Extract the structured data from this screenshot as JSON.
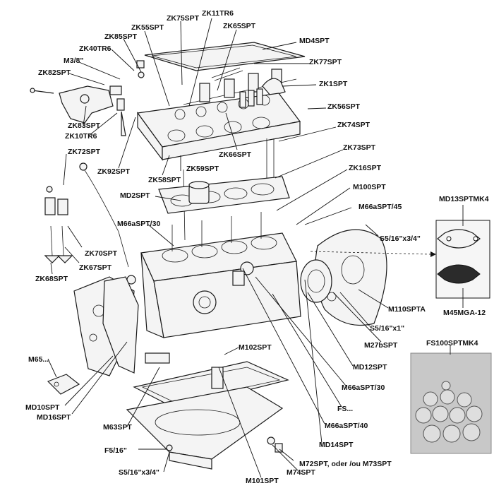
{
  "labels": [
    {
      "id": "zk75spt",
      "text": "ZK75SPT"
    },
    {
      "id": "zk11tr6",
      "text": "ZK11TR6"
    },
    {
      "id": "zk55spt",
      "text": "ZK55SPT"
    },
    {
      "id": "zk65spt",
      "text": "ZK65SPT"
    },
    {
      "id": "zk85spt",
      "text": "ZK85SPT"
    },
    {
      "id": "md4spt",
      "text": "MD4SPT"
    },
    {
      "id": "zk40tr6",
      "text": "ZK40TR6"
    },
    {
      "id": "m3-8",
      "text": "M3/8\""
    },
    {
      "id": "zk77spt",
      "text": "ZK77SPT"
    },
    {
      "id": "zk82spt",
      "text": "ZK82SPT"
    },
    {
      "id": "zk1spt",
      "text": "ZK1SPT"
    },
    {
      "id": "zk56spt",
      "text": "ZK56SPT"
    },
    {
      "id": "zk83spt",
      "text": "ZK83SPT"
    },
    {
      "id": "zk10tr6",
      "text": "ZK10TR6"
    },
    {
      "id": "zk74spt",
      "text": "ZK74SPT"
    },
    {
      "id": "zk66spt",
      "text": "ZK66SPT"
    },
    {
      "id": "zk73spt",
      "text": "ZK73SPT"
    },
    {
      "id": "zk72spt",
      "text": "ZK72SPT"
    },
    {
      "id": "zk92spt",
      "text": "ZK92SPT"
    },
    {
      "id": "zk59spt",
      "text": "ZK59SPT"
    },
    {
      "id": "zk58spt",
      "text": "ZK58SPT"
    },
    {
      "id": "zk16spt",
      "text": "ZK16SPT"
    },
    {
      "id": "m100spt",
      "text": "M100SPT"
    },
    {
      "id": "md2spt",
      "text": "MD2SPT"
    },
    {
      "id": "md13sptmk4",
      "text": "MD13SPTMK4"
    },
    {
      "id": "m66aspt45",
      "text": "M66aSPT/45"
    },
    {
      "id": "m66aspt30a",
      "text": "M66aSPT/30"
    },
    {
      "id": "s516x34a",
      "text": "S5/16\"x3/4\""
    },
    {
      "id": "zk70spt",
      "text": "ZK70SPT"
    },
    {
      "id": "zk67spt",
      "text": "ZK67SPT"
    },
    {
      "id": "zk68spt",
      "text": "ZK68SPT"
    },
    {
      "id": "m110spta",
      "text": "M110SPTA"
    },
    {
      "id": "m45mga12",
      "text": "M45MGA-12"
    },
    {
      "id": "s516x1",
      "text": "S5/16\"x1\""
    },
    {
      "id": "m27bspt",
      "text": "M27bSPT"
    },
    {
      "id": "fs100sptmk4",
      "text": "FS100SPTMK4"
    },
    {
      "id": "m102spt",
      "text": "M102SPT"
    },
    {
      "id": "m65",
      "text": "M65..."
    },
    {
      "id": "md12spt",
      "text": "MD12SPT"
    },
    {
      "id": "m66aspt30b",
      "text": "M66aSPT/30"
    },
    {
      "id": "fs",
      "text": "FS..."
    },
    {
      "id": "md10spt",
      "text": "MD10SPT"
    },
    {
      "id": "md16spt",
      "text": "MD16SPT"
    },
    {
      "id": "m63spt",
      "text": "M63SPT"
    },
    {
      "id": "m66aspt40",
      "text": "M66aSPT/40"
    },
    {
      "id": "md14spt",
      "text": "MD14SPT"
    },
    {
      "id": "f516",
      "text": "F5/16\""
    },
    {
      "id": "m72spt",
      "text": "M72SPT, oder /ou M73SPT"
    },
    {
      "id": "s516x34b",
      "text": "S5/16\"x3/4\""
    },
    {
      "id": "m74spt",
      "text": "M74SPT"
    },
    {
      "id": "m101spt",
      "text": "M101SPT"
    }
  ]
}
